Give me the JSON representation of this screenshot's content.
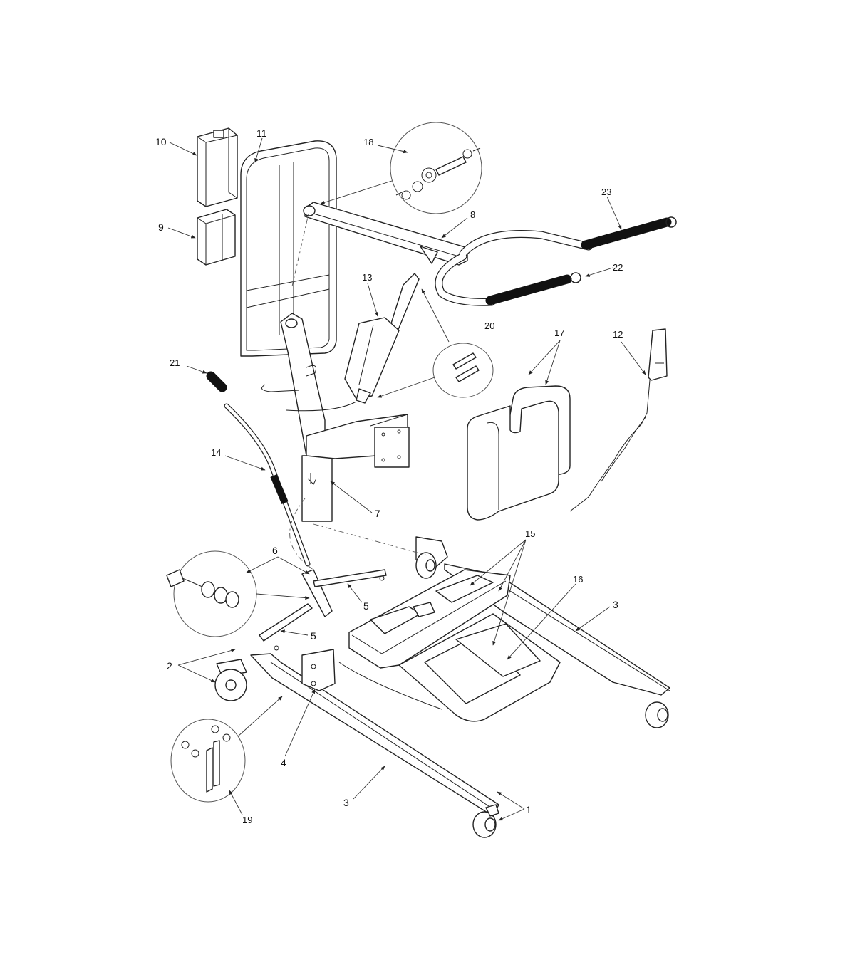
{
  "diagram": {
    "callouts": [
      {
        "id": "c1",
        "text": "1"
      },
      {
        "id": "c2",
        "text": "2"
      },
      {
        "id": "c3a",
        "text": "3"
      },
      {
        "id": "c3b",
        "text": "3"
      },
      {
        "id": "c4",
        "text": "4"
      },
      {
        "id": "c5a",
        "text": "5"
      },
      {
        "id": "c5b",
        "text": "5"
      },
      {
        "id": "c6",
        "text": "6"
      },
      {
        "id": "c7",
        "text": "7"
      },
      {
        "id": "c8",
        "text": "8"
      },
      {
        "id": "c9",
        "text": "9"
      },
      {
        "id": "c10",
        "text": "10"
      },
      {
        "id": "c11",
        "text": "11"
      },
      {
        "id": "c12",
        "text": "12"
      },
      {
        "id": "c13",
        "text": "13"
      },
      {
        "id": "c14",
        "text": "14"
      },
      {
        "id": "c15",
        "text": "15"
      },
      {
        "id": "c16",
        "text": "16"
      },
      {
        "id": "c17",
        "text": "17"
      },
      {
        "id": "c18",
        "text": "18"
      },
      {
        "id": "c19",
        "text": "19"
      },
      {
        "id": "c20",
        "text": "20"
      },
      {
        "id": "c21",
        "text": "21"
      },
      {
        "id": "c22",
        "text": "22"
      },
      {
        "id": "c23",
        "text": "23"
      }
    ],
    "colors": {
      "line": "#222222",
      "background": "#ffffff",
      "grip": "#111111"
    }
  }
}
